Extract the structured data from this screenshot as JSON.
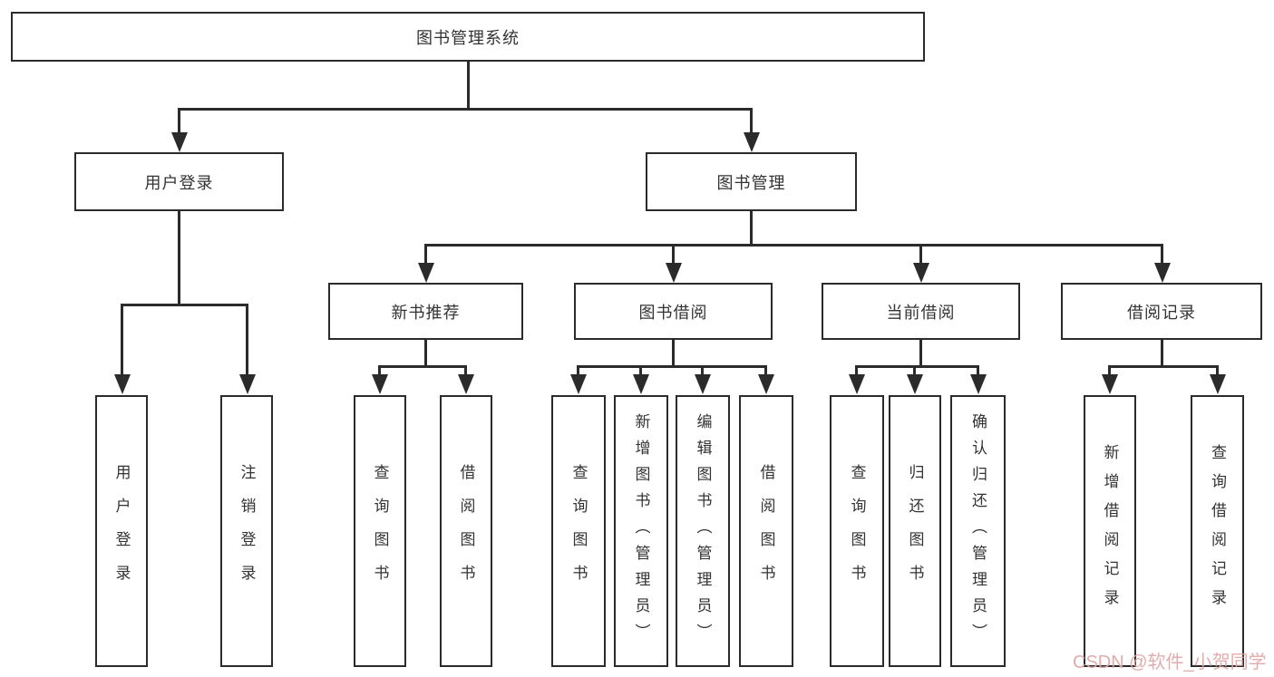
{
  "root": {
    "label": "图书管理系统"
  },
  "branches": {
    "user_login": {
      "label": "用户登录",
      "children": [
        {
          "label": "用户登录"
        },
        {
          "label": "注销登录"
        }
      ]
    },
    "book_mgmt": {
      "label": "图书管理",
      "children": [
        {
          "label": "新书推荐",
          "children": [
            {
              "label": "查询图书"
            },
            {
              "label": "借阅图书"
            }
          ]
        },
        {
          "label": "图书借阅",
          "children": [
            {
              "label": "查询图书"
            },
            {
              "label": "新增图书（管理员）"
            },
            {
              "label": "编辑图书（管理员）"
            },
            {
              "label": "借阅图书"
            }
          ]
        },
        {
          "label": "当前借阅",
          "children": [
            {
              "label": "查询图书"
            },
            {
              "label": "归还图书"
            },
            {
              "label": "确认归还（管理员）"
            }
          ]
        },
        {
          "label": "借阅记录",
          "children": [
            {
              "label": "新增借阅记录"
            },
            {
              "label": "查询借阅记录"
            }
          ]
        }
      ]
    }
  },
  "watermark": {
    "text": "CSDN @软件_小贺同学"
  },
  "colors": {
    "line": "#2b2b2b",
    "text": "#333333",
    "watermark": "#e0a6a6",
    "background": "#ffffff"
  }
}
